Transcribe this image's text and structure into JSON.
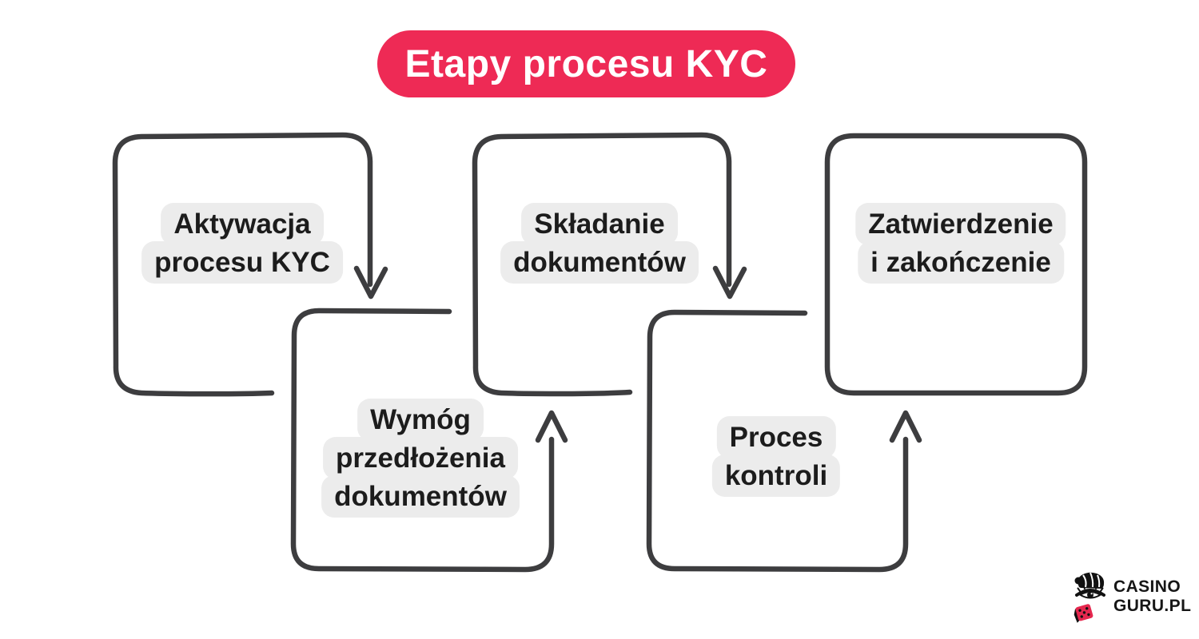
{
  "title": {
    "text": "Etapy procesu KYC"
  },
  "colors": {
    "accent_pink": "#EE2A55",
    "outline_gray": "#3D3D3F",
    "label_bg": "#ECECEC",
    "label_text": "#1C1C1C",
    "page_bg": "#FFFFFF",
    "logo_red": "#E5274E",
    "logo_text": "#161616"
  },
  "steps": [
    {
      "lines": [
        "Aktywacja",
        "procesu KYC"
      ]
    },
    {
      "lines": [
        "Wymóg",
        "przedłożenia",
        "dokumentów"
      ]
    },
    {
      "lines": [
        "Składanie",
        "dokumentów"
      ]
    },
    {
      "lines": [
        "Proces",
        "kontroli"
      ]
    },
    {
      "lines": [
        "Zatwierdzenie",
        "i zakończenie"
      ]
    }
  ],
  "logo": {
    "line1": "CASINO",
    "line2": "GURU.PL"
  }
}
